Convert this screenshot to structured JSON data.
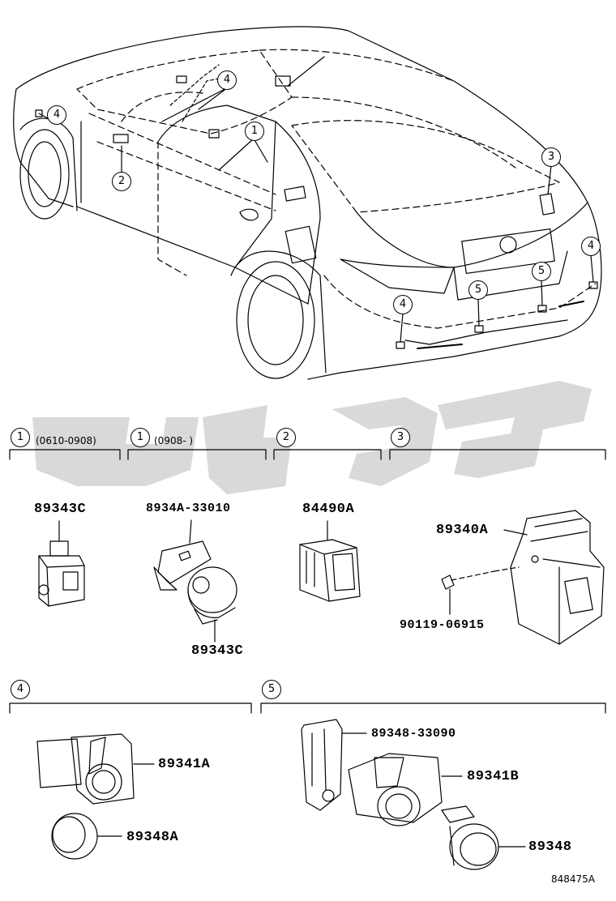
{
  "watermark_text": "",
  "car_callouts": [
    {
      "id": "c-4a",
      "label": "4"
    },
    {
      "id": "c-4b",
      "label": "4"
    },
    {
      "id": "c-2",
      "label": "2"
    },
    {
      "id": "c-1",
      "label": "1"
    },
    {
      "id": "c-3",
      "label": "3"
    },
    {
      "id": "c-4c",
      "label": "4"
    },
    {
      "id": "c-5a",
      "label": "5"
    },
    {
      "id": "c-5b",
      "label": "5"
    },
    {
      "id": "c-4d",
      "label": "4"
    }
  ],
  "groups": {
    "g1a": {
      "num": "1",
      "range": "(0610-0908)"
    },
    "g1b": {
      "num": "1",
      "range": "(0908-      )"
    },
    "g2": {
      "num": "2"
    },
    "g3": {
      "num": "3"
    },
    "g4": {
      "num": "4"
    },
    "g5": {
      "num": "5"
    }
  },
  "parts": {
    "p1": "89343C",
    "p2": "8934A-33010",
    "p3": "89343C",
    "p4": "84490A",
    "p5": "89340A",
    "p6": "90119-06915",
    "p7": "89341A",
    "p8": "89348A",
    "p9": "89348-33090",
    "p10": "89341B",
    "p11": "89348"
  },
  "diagram_code": "848475A"
}
